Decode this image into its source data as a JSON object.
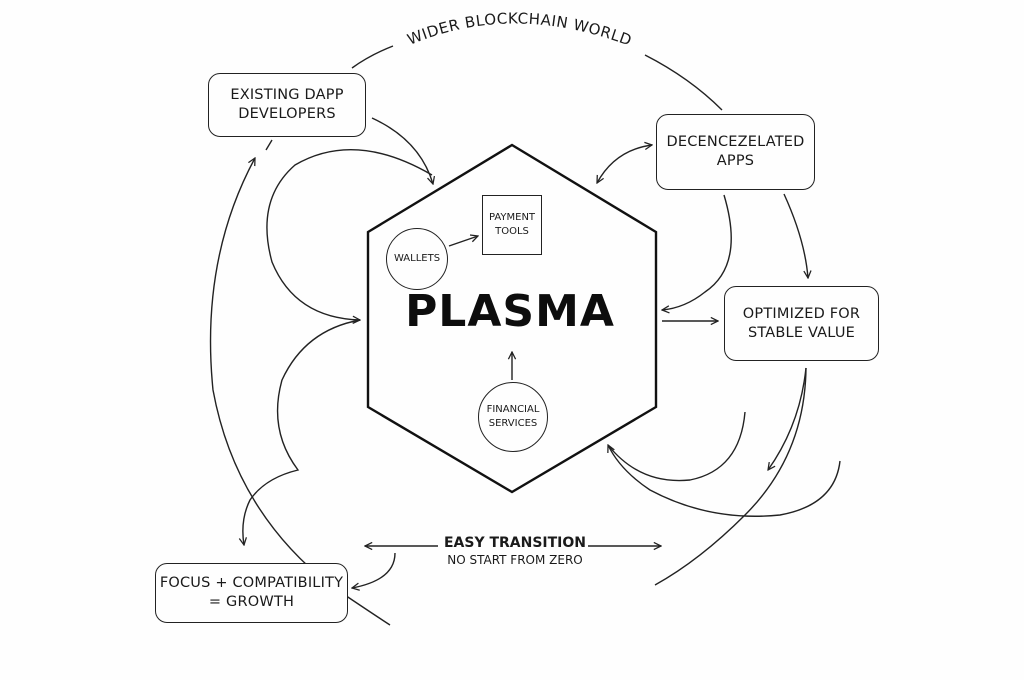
{
  "diagram": {
    "outer_label": "WIDER BLOCKCHAIN WORLD",
    "core": {
      "title": "PLASMA",
      "components": {
        "wallets": "WALLETS",
        "payment_tools": [
          "PAYMENT",
          "TOOLS"
        ],
        "financial_services": [
          "FINANCIAL",
          "SERVICES"
        ]
      }
    },
    "nodes": {
      "existing_developers": [
        "EXISTING DAPP",
        "DEVELOPERS"
      ],
      "decentralized_apps": [
        "DECENCEZELATED",
        "APPS"
      ],
      "stable_value": [
        "OPTIMIZED FOR",
        "STABLE VALUE"
      ],
      "growth": [
        "FOCUS + COMPATIBILITY",
        "= GROWTH"
      ]
    },
    "transition": {
      "title": "EASY TRANSITION",
      "subtitle": "NO START FROM ZERO"
    },
    "colors": {
      "stroke": "#222222",
      "background": "#fefefe",
      "text": "#1a1a1a"
    }
  }
}
